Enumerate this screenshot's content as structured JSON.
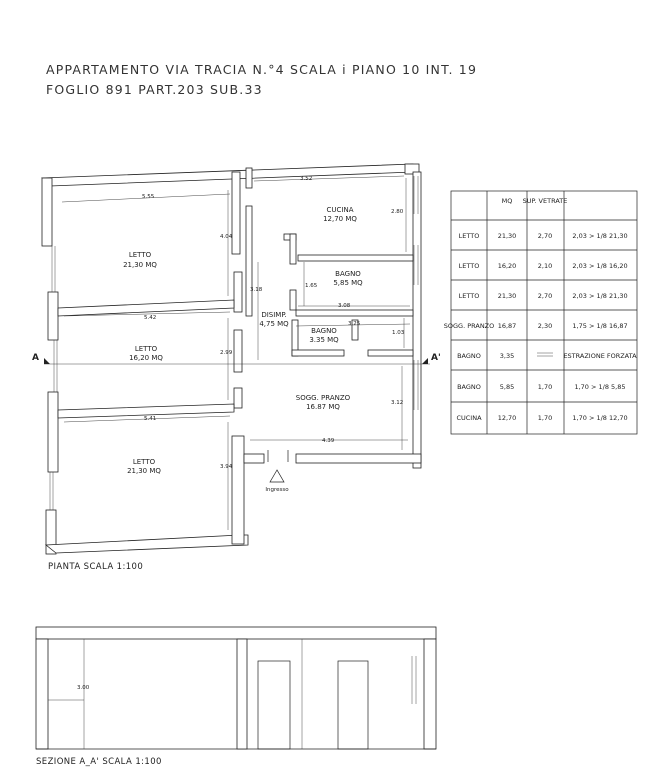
{
  "header": {
    "line1": "APPARTAMENTO VIA TRACIA N.°4 SCALA i PIANO 10 INT. 19",
    "line2": "FOGLIO 891 PART.203 SUB.33"
  },
  "plan": {
    "caption": "PIANTA SCALA 1:100",
    "section_mark_left": "A",
    "section_mark_right": "A'",
    "entrance_label": "Ingresso",
    "rooms": [
      {
        "name": "LETTO",
        "area": "21,30 MQ"
      },
      {
        "name": "LETTO",
        "area": "16,20 MQ"
      },
      {
        "name": "LETTO",
        "area": "21,30 MQ"
      },
      {
        "name": "CUCINA",
        "area": "12,70 MQ"
      },
      {
        "name": "BAGNO",
        "area": "5,85 MQ"
      },
      {
        "name": "DISIMP.",
        "area": "4,75 MQ"
      },
      {
        "name": "BAGNO",
        "area": "3.35 MQ"
      },
      {
        "name": "SOGG. PRANZO",
        "area": "16.87 MQ"
      }
    ],
    "dimensions": [
      "5.55",
      "3.52",
      "4.04",
      "2.80",
      "3.18",
      "1.65",
      "3.08",
      "5.42",
      "3.25",
      "1.03",
      "2.99",
      "5.41",
      "3.12",
      "4.39",
      "3.94"
    ]
  },
  "table": {
    "headers": [
      "",
      "MQ",
      "SUP. VETRATE",
      ""
    ],
    "rows": [
      [
        "LETTO",
        "21,30",
        "2,70",
        "2,03 > 1/8 21,30"
      ],
      [
        "LETTO",
        "16,20",
        "2,10",
        "2,03 > 1/8 16,20"
      ],
      [
        "LETTO",
        "21,30",
        "2,70",
        "2,03 > 1/8 21,30"
      ],
      [
        "SOGG. PRANZO",
        "16,87",
        "2,30",
        "1,75 > 1/8 16,87"
      ],
      [
        "BAGNO",
        "3,35",
        "",
        "ESTRAZIONE FORZATA"
      ],
      [
        "BAGNO",
        "5,85",
        "1,70",
        "1,70 > 1/8 5,85"
      ],
      [
        "CUCINA",
        "12,70",
        "1,70",
        "1,70 > 1/8 12,70"
      ]
    ]
  },
  "section": {
    "caption": "SEZIONE A_A' SCALA 1:100",
    "height_label": "3.00"
  }
}
